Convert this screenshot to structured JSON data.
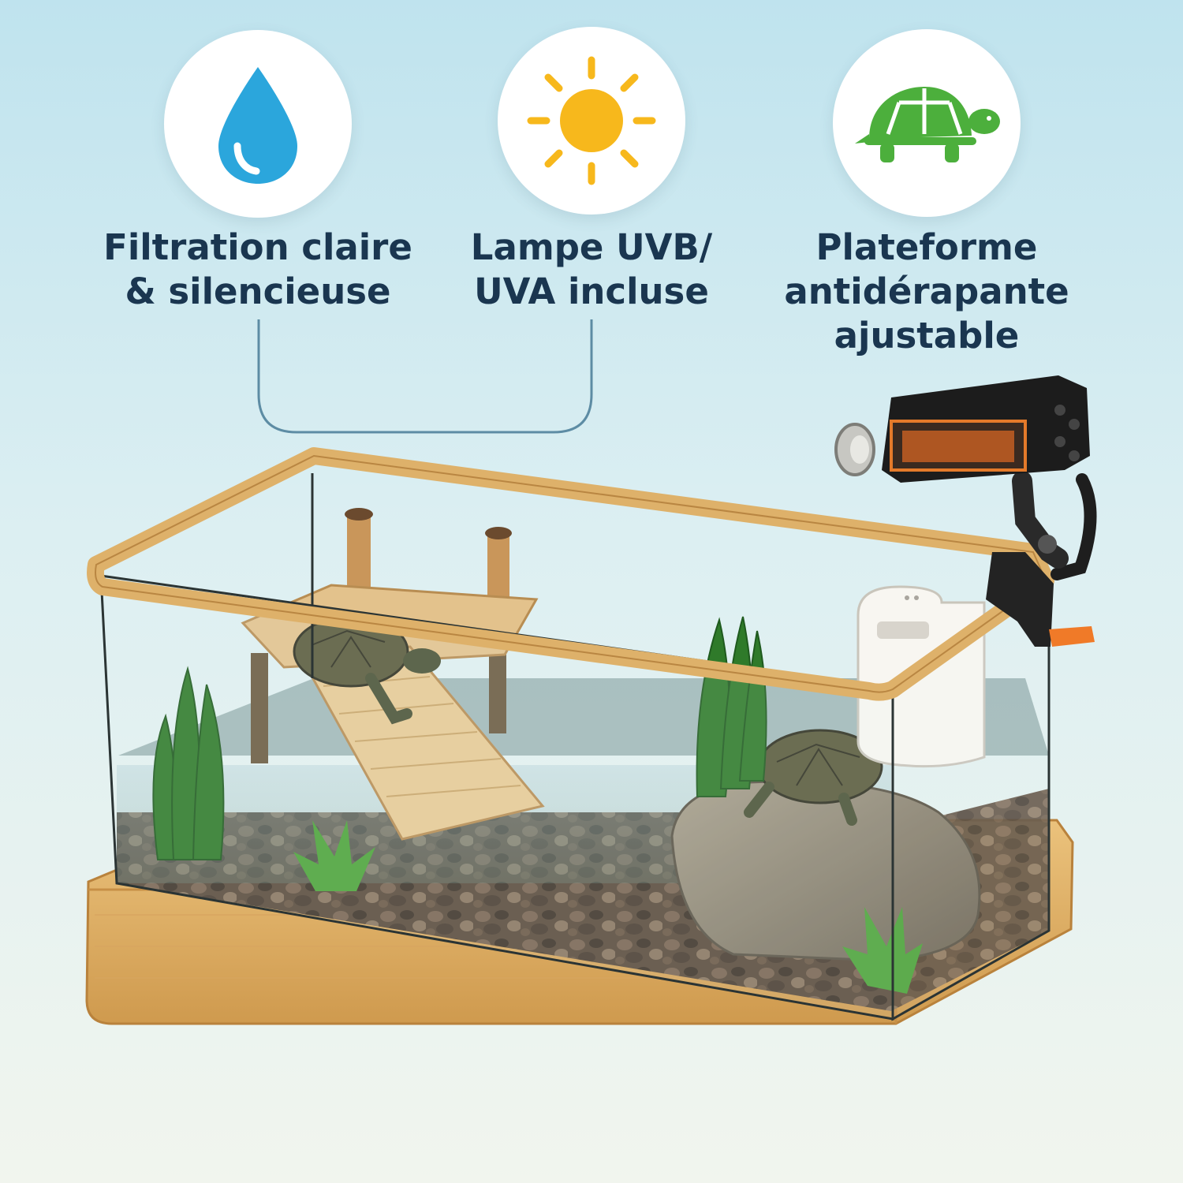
{
  "features": [
    {
      "icon": "water-drop-icon",
      "label_lines": [
        "Filtration claire",
        "& silencieuse"
      ],
      "color": "#2ba6dc"
    },
    {
      "icon": "sun-icon",
      "label_lines": [
        "Lampe UVB/",
        "UVA incluse"
      ],
      "color": "#f7b81c"
    },
    {
      "icon": "turtle-icon",
      "label_lines": [
        "Plateforme",
        "antidérapante",
        "ajustable"
      ],
      "color": "#4caf3c"
    }
  ],
  "colors": {
    "text": "#1a3650",
    "wood": "#e2b46a",
    "water": "#8fb4bf",
    "connector": "#5d8ca4"
  }
}
